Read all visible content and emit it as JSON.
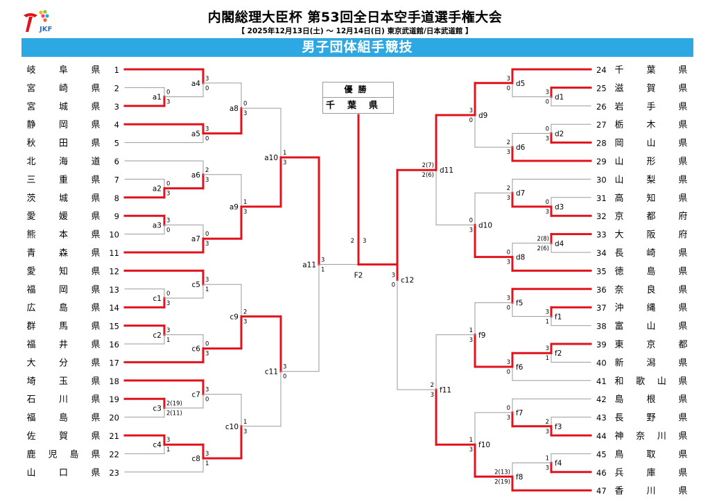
{
  "header": {
    "title": "内閣総理大臣杯 第53回全日本空手道選手権大会",
    "subtitle": "【 2025年12月13日(土) ～ 12月14日(日) 東京武道館/日本武道館 】",
    "event": "男子団体組手競技",
    "logo_text": "JKF"
  },
  "colors": {
    "winner_line": "#e0121b",
    "loser_line": "#9a9a9a",
    "banner": "#2ea8e2"
  },
  "champion": {
    "label": "優勝",
    "name": "千葉県"
  },
  "final": {
    "label": "F2",
    "scores": [
      "2",
      "3"
    ]
  },
  "left_teams": [
    {
      "seed": "1",
      "name": "岐阜県"
    },
    {
      "seed": "2",
      "name": "宮崎県"
    },
    {
      "seed": "3",
      "name": "宮城県"
    },
    {
      "seed": "4",
      "name": "静岡県"
    },
    {
      "seed": "5",
      "name": "秋田県"
    },
    {
      "seed": "6",
      "name": "北海道"
    },
    {
      "seed": "7",
      "name": "三重県"
    },
    {
      "seed": "8",
      "name": "茨城県"
    },
    {
      "seed": "9",
      "name": "愛媛県"
    },
    {
      "seed": "10",
      "name": "熊本県"
    },
    {
      "seed": "11",
      "name": "青森県"
    },
    {
      "seed": "12",
      "name": "愛知県"
    },
    {
      "seed": "13",
      "name": "福岡県"
    },
    {
      "seed": "14",
      "name": "広島県"
    },
    {
      "seed": "15",
      "name": "群馬県"
    },
    {
      "seed": "16",
      "name": "福井県"
    },
    {
      "seed": "17",
      "name": "大分県"
    },
    {
      "seed": "18",
      "name": "埼玉県"
    },
    {
      "seed": "19",
      "name": "石川県"
    },
    {
      "seed": "20",
      "name": "福島県"
    },
    {
      "seed": "21",
      "name": "佐賀県"
    },
    {
      "seed": "22",
      "name": "鹿児島県"
    },
    {
      "seed": "23",
      "name": "山口県"
    }
  ],
  "right_teams": [
    {
      "seed": "24",
      "name": "千葉県"
    },
    {
      "seed": "25",
      "name": "滋賀県"
    },
    {
      "seed": "26",
      "name": "岩手県"
    },
    {
      "seed": "27",
      "name": "栃木県"
    },
    {
      "seed": "28",
      "name": "岡山県"
    },
    {
      "seed": "29",
      "name": "山形県"
    },
    {
      "seed": "30",
      "name": "山梨県"
    },
    {
      "seed": "31",
      "name": "高知県"
    },
    {
      "seed": "32",
      "name": "京都府"
    },
    {
      "seed": "33",
      "name": "大阪府"
    },
    {
      "seed": "34",
      "name": "長崎県"
    },
    {
      "seed": "35",
      "name": "徳島県"
    },
    {
      "seed": "36",
      "name": "奈良県"
    },
    {
      "seed": "37",
      "name": "沖縄県"
    },
    {
      "seed": "38",
      "name": "富山県"
    },
    {
      "seed": "39",
      "name": "東京都"
    },
    {
      "seed": "40",
      "name": "新潟県"
    },
    {
      "seed": "41",
      "name": "和歌山県"
    },
    {
      "seed": "42",
      "name": "島根県"
    },
    {
      "seed": "43",
      "name": "長野県"
    },
    {
      "seed": "44",
      "name": "神奈川県"
    },
    {
      "seed": "45",
      "name": "鳥取県"
    },
    {
      "seed": "46",
      "name": "兵庫県"
    },
    {
      "seed": "47",
      "name": "香川県"
    }
  ],
  "matches": [
    {
      "label": "a1",
      "scores": [
        "0",
        "3"
      ]
    },
    {
      "label": "a2",
      "scores": [
        "0",
        "3"
      ]
    },
    {
      "label": "a3",
      "scores": [
        "3",
        "0"
      ]
    },
    {
      "label": "a4",
      "scores": [
        "3",
        "0"
      ]
    },
    {
      "label": "a5",
      "scores": [
        "3",
        "0"
      ]
    },
    {
      "label": "a6",
      "scores": [
        "2",
        "3"
      ]
    },
    {
      "label": "a7",
      "scores": [
        "0",
        "3"
      ]
    },
    {
      "label": "a8",
      "scores": [
        "0",
        "3"
      ]
    },
    {
      "label": "a9",
      "scores": [
        "1",
        "3"
      ]
    },
    {
      "label": "a10",
      "scores": [
        "1",
        "3"
      ]
    },
    {
      "label": "a11",
      "scores": [
        "3",
        "1"
      ]
    },
    {
      "label": "c1",
      "scores": [
        "0",
        "3"
      ]
    },
    {
      "label": "c2",
      "scores": [
        "3",
        "1"
      ]
    },
    {
      "label": "c3",
      "scores": [
        "2(19)",
        "2(11)"
      ]
    },
    {
      "label": "c4",
      "scores": [
        "3",
        "1"
      ]
    },
    {
      "label": "c5",
      "scores": [
        "3",
        "1"
      ]
    },
    {
      "label": "c6",
      "scores": [
        "0",
        "3"
      ]
    },
    {
      "label": "c7",
      "scores": [
        "3",
        "0"
      ]
    },
    {
      "label": "c8",
      "scores": [
        "3",
        "1"
      ]
    },
    {
      "label": "c9",
      "scores": [
        "2",
        "3"
      ]
    },
    {
      "label": "c10",
      "scores": [
        "1",
        "3"
      ]
    },
    {
      "label": "c11",
      "scores": [
        "3",
        "0"
      ]
    },
    {
      "label": "c12",
      "scores": [
        "3",
        "0"
      ]
    },
    {
      "label": "d1",
      "scores": [
        "3",
        "0"
      ]
    },
    {
      "label": "d2",
      "scores": [
        "0",
        "3"
      ]
    },
    {
      "label": "d3",
      "scores": [
        "0",
        "3"
      ]
    },
    {
      "label": "d4",
      "scores": [
        "2(8)",
        "2(6)"
      ]
    },
    {
      "label": "d5",
      "scores": [
        "3",
        "0"
      ]
    },
    {
      "label": "d6",
      "scores": [
        "2",
        "3"
      ]
    },
    {
      "label": "d7",
      "scores": [
        "2",
        "3"
      ]
    },
    {
      "label": "d8",
      "scores": [
        "0",
        "3"
      ]
    },
    {
      "label": "d9",
      "scores": [
        "3",
        "0"
      ]
    },
    {
      "label": "d10",
      "scores": [
        "0",
        "3"
      ]
    },
    {
      "label": "d11",
      "scores": [
        "2(7)",
        "2(6)"
      ]
    },
    {
      "label": "f1",
      "scores": [
        "3",
        "1"
      ]
    },
    {
      "label": "f2",
      "scores": [
        "3",
        "1"
      ]
    },
    {
      "label": "f3",
      "scores": [
        "2",
        "3"
      ]
    },
    {
      "label": "f4",
      "scores": [
        "1",
        "3"
      ]
    },
    {
      "label": "f5",
      "scores": [
        "3",
        "0"
      ]
    },
    {
      "label": "f6",
      "scores": [
        "3",
        "0"
      ]
    },
    {
      "label": "f7",
      "scores": [
        "0",
        "3"
      ]
    },
    {
      "label": "f8",
      "scores": [
        "2(13)",
        "2(19)"
      ]
    },
    {
      "label": "f9",
      "scores": [
        "1",
        "3"
      ]
    },
    {
      "label": "f10",
      "scores": [
        "1",
        "3"
      ]
    },
    {
      "label": "f11",
      "scores": [
        "2",
        "3"
      ]
    }
  ]
}
